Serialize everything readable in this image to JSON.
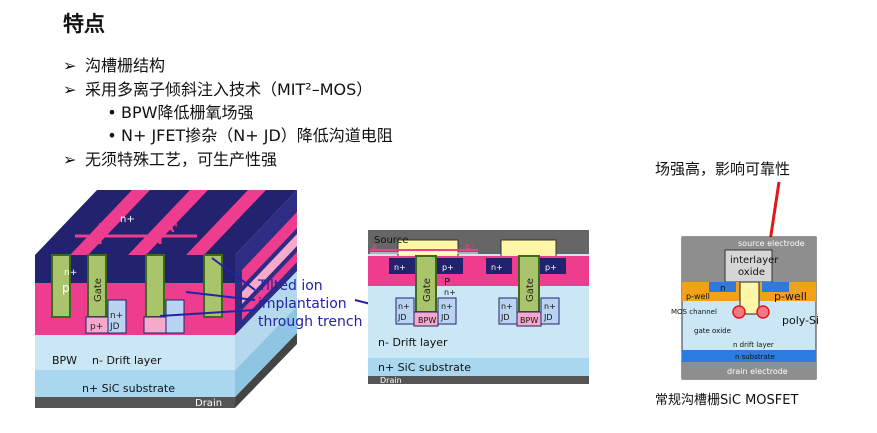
{
  "heading": "特点",
  "bullets": [
    {
      "marker": "➢",
      "text": "沟槽栅结构"
    },
    {
      "marker": "➢",
      "text": "采用多离子倾斜注入技术（MIT²–MOS）"
    },
    {
      "marker": "•",
      "text": "BPW降低栅氧场强"
    },
    {
      "marker": "•",
      "text": "N+ JFET掺杂（N+ JD）降低沟道电阻"
    },
    {
      "marker": "➢",
      "text": "无须特殊工艺，可生产性强"
    }
  ],
  "diagram3d": {
    "labels": {
      "p": "p",
      "gate": "Gate",
      "nplus": "n+",
      "npp": "n+",
      "pplus": "p+",
      "jd": "JD",
      "bpw": "BPW",
      "drift": "n- Drift layer",
      "substrate": "n+ SiC substrate",
      "drain": "Drain",
      "a": "A",
      "a_prime": "A'"
    },
    "callout": [
      "Tilted ion",
      "implantation",
      "through trench"
    ]
  },
  "diagram2d": {
    "labels": {
      "source": "Source",
      "a": "A",
      "a_prime": "A'",
      "nplus": "n+",
      "pplus": "p+",
      "p": "P",
      "nplus_small": "n+",
      "gate": "Gate",
      "jd": "JD",
      "bpw": "BPW",
      "drift": "n- Drift layer",
      "substrate": "n+ SiC substrate",
      "drain": "Drain"
    }
  },
  "diagram_conv": {
    "annotation": "场强高，影响可靠性",
    "labels": {
      "source_electrode": "source electrode",
      "interlayer_oxide": [
        "interlayer",
        "oxide"
      ],
      "n": "n",
      "pwell_left": "p-well",
      "pwell_right": "p-well",
      "mos_channel": "MOS channel",
      "gate_oxide": "gate oxide",
      "poly_si": "poly-Si",
      "drift": "n drift layer",
      "substrate": "n substrate",
      "drain": "drain electrode"
    },
    "caption": "常规沟槽栅SiC MOSFET"
  },
  "colors": {
    "navy": "#22226e",
    "pink": "#ee3d8e",
    "pink_light": "#f6a9cb",
    "gate_green": "#a9c46b",
    "gate_outline": "#3c6a1c",
    "drift_blue": "#cbe7f5",
    "substrate_blue": "#a9d7ef",
    "drain_gray": "#555555",
    "source_yellow": "#fff7a8",
    "orange": "#f4a11a",
    "bright_blue": "#2a7ce0",
    "callout_blue": "#2222aa",
    "arrow_red": "#e11818"
  }
}
